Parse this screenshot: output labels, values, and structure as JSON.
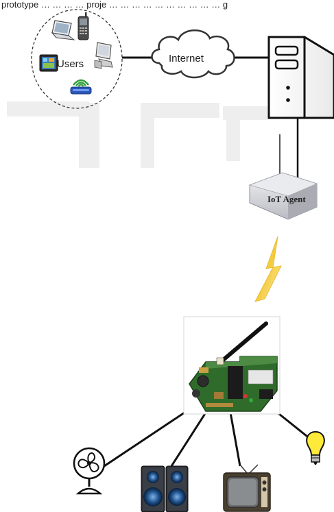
{
  "header": {
    "text": "prototype … … … … proje … … … … … … … … … … g"
  },
  "nodes": {
    "users_label": "Users",
    "internet_label": "Internet",
    "agent_label": "IoT Agent"
  },
  "colors": {
    "line": "#111111",
    "lightning": "#f2c21b",
    "board": "#2f6b2a",
    "cloud_stroke": "#333333"
  },
  "icons": [
    "laptop-icon",
    "mobile-phone-icon",
    "tablet-icon",
    "desktop-icon",
    "wifi-router-icon",
    "server-tower-icon",
    "wireless-lightning-icon",
    "iot-board-icon",
    "fan-icon",
    "speakers-icon",
    "television-icon",
    "light-bulb-icon"
  ]
}
